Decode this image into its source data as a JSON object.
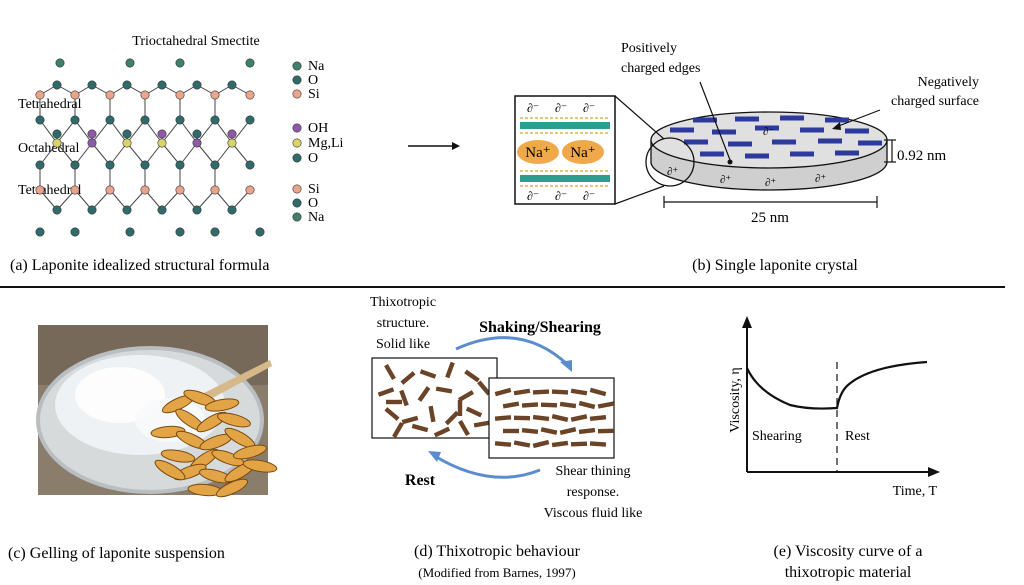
{
  "panel_a": {
    "title": "Trioctahedral Smectite",
    "layer_top": "Tetrahedral",
    "layer_mid": "Octahedral",
    "layer_bot": "Tetrahedral",
    "legend_top": [
      "Na",
      "O",
      "Si"
    ],
    "legend_mid": [
      "OH",
      "Mg,Li",
      "O"
    ],
    "legend_bot": [
      "Si",
      "O",
      "Na"
    ],
    "caption": "(a) Laponite idealized structural formula"
  },
  "panel_b": {
    "label_edges_1": "Positively",
    "label_edges_2": "charged edges",
    "label_surface_1": "Negatively",
    "label_surface_2": "charged surface",
    "thickness": "0.92 nm",
    "diameter": "25 nm",
    "ion_1": "Na⁺",
    "ion_2": "Na⁺",
    "neg_symbol": "∂⁻",
    "pos_symbol": "∂⁺",
    "caption": "(b) Single laponite crystal"
  },
  "panel_c": {
    "caption": "(c) Gelling of laponite suspension"
  },
  "panel_d": {
    "structure_1": "Thixotropic",
    "structure_2": "structure.",
    "structure_3": "Solid like",
    "shaking": "Shaking/Shearing",
    "rest": "Rest",
    "shear_1": "Shear thining",
    "shear_2": "response.",
    "shear_3": "Viscous fluid like",
    "caption": "(d) Thixotropic behaviour",
    "source": "(Modified from Barnes, 1997)"
  },
  "panel_e": {
    "ylabel": "Viscosity, η",
    "xlabel": "Time, T",
    "region_1": "Shearing",
    "region_2": "Rest",
    "caption_1": "(e) Viscosity curve of a",
    "caption_2": "thixotropic material"
  },
  "colors": {
    "na": "#3f7f6e",
    "o": "#2f6b6b",
    "si": "#e8a58c",
    "oh": "#8e5aa8",
    "mg": "#d8d36a",
    "crystal_bar": "#2c3a9c",
    "crystal_body": "#dcdcdc",
    "layer_teal": "#2a9d8f",
    "layer_gold": "#e0b04a",
    "ion": "#f0a94a",
    "rod": "#6b4326",
    "arrow": "#5b8ccf",
    "rice": "#e3a445"
  }
}
